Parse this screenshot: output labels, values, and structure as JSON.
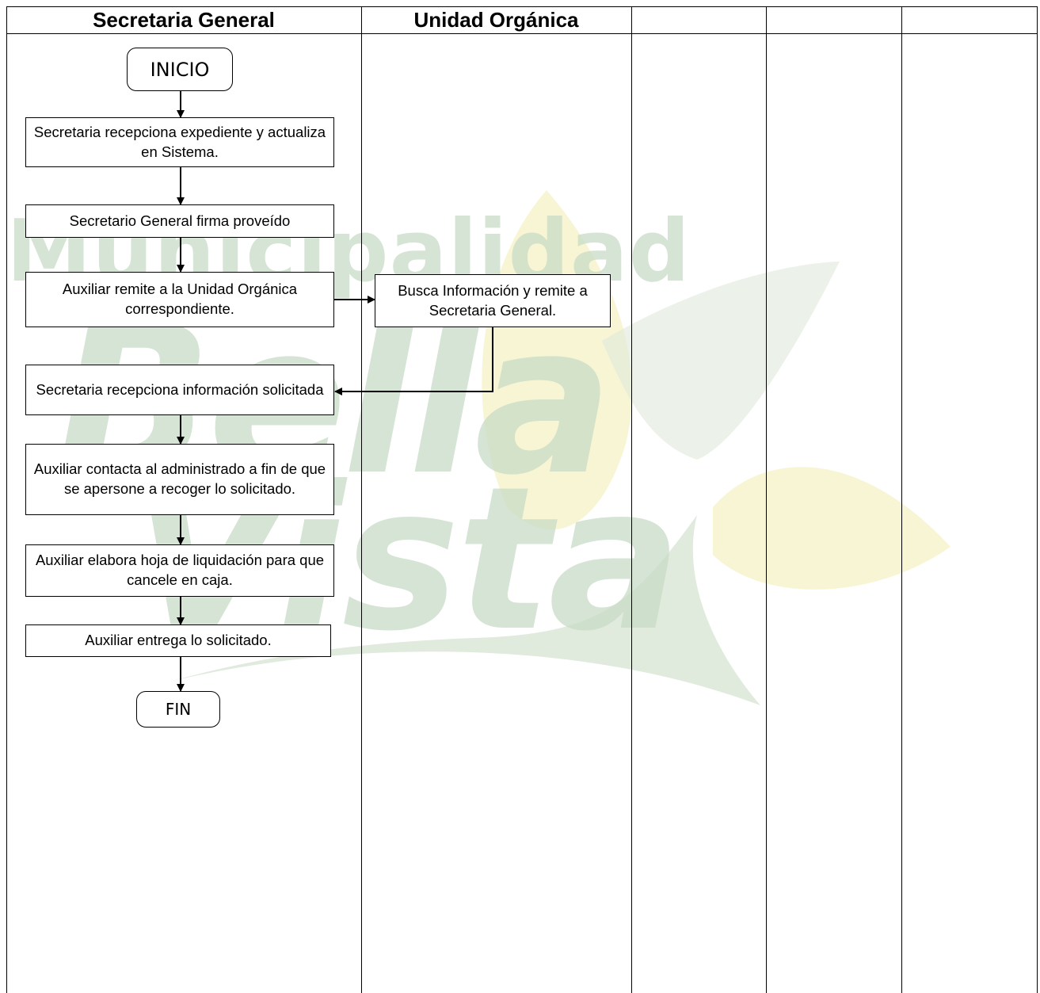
{
  "lanes": {
    "secretaria_general": "Secretaria General",
    "unidad_organica": "Unidad Orgánica",
    "lane3": "",
    "lane4": "",
    "lane5": ""
  },
  "watermark": {
    "line1": "Municipalidad",
    "line2": "Bella",
    "line3": "Vista"
  },
  "flow": {
    "start": "INICIO",
    "step1": "Secretaria recepciona expediente y actualiza en Sistema.",
    "step2": "Secretario General firma proveído",
    "step3": "Auxiliar remite a la Unidad Orgánica correspondiente.",
    "step4": "Busca Información y remite a Secretaria General.",
    "step5": "Secretaria recepciona información solicitada",
    "step6": "Auxiliar contacta al administrado a fin de que se apersone a recoger lo solicitado.",
    "step7": "Auxiliar elabora hoja de liquidación para que cancele en caja.",
    "step8": "Auxiliar entrega lo solicitado.",
    "end": "FIN"
  }
}
